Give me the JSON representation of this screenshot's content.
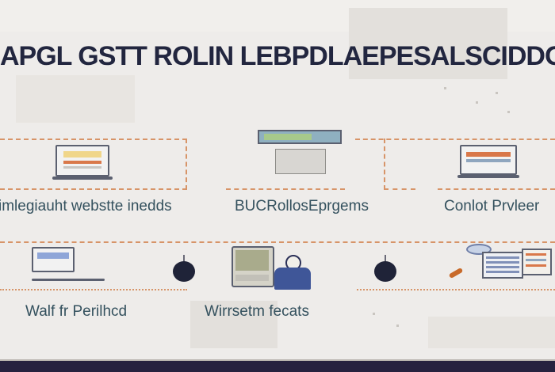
{
  "title": "APGL GSTT  ROLIN LEBPDLAEPESALSCIDDO",
  "labels": {
    "top_left": "imlegiauht webstte inedds",
    "top_center": "BUCRollosEprgems",
    "top_right": "Conlot Prvleer",
    "bottom_left": "Walf fr Perilhcd",
    "bottom_center": "Wirrsetm fecats"
  },
  "colors": {
    "background": "#eeecea",
    "title": "#22263f",
    "label": "#34515e",
    "dashed_line": "#d79468",
    "node": "#1f2338",
    "footer": "#26223f"
  },
  "icons": [
    "laptop-icon",
    "monitor-icon",
    "laptop-icon",
    "laptop-icon",
    "tablet-icon",
    "person-icon",
    "dashboard-icon",
    "pen-icon"
  ]
}
